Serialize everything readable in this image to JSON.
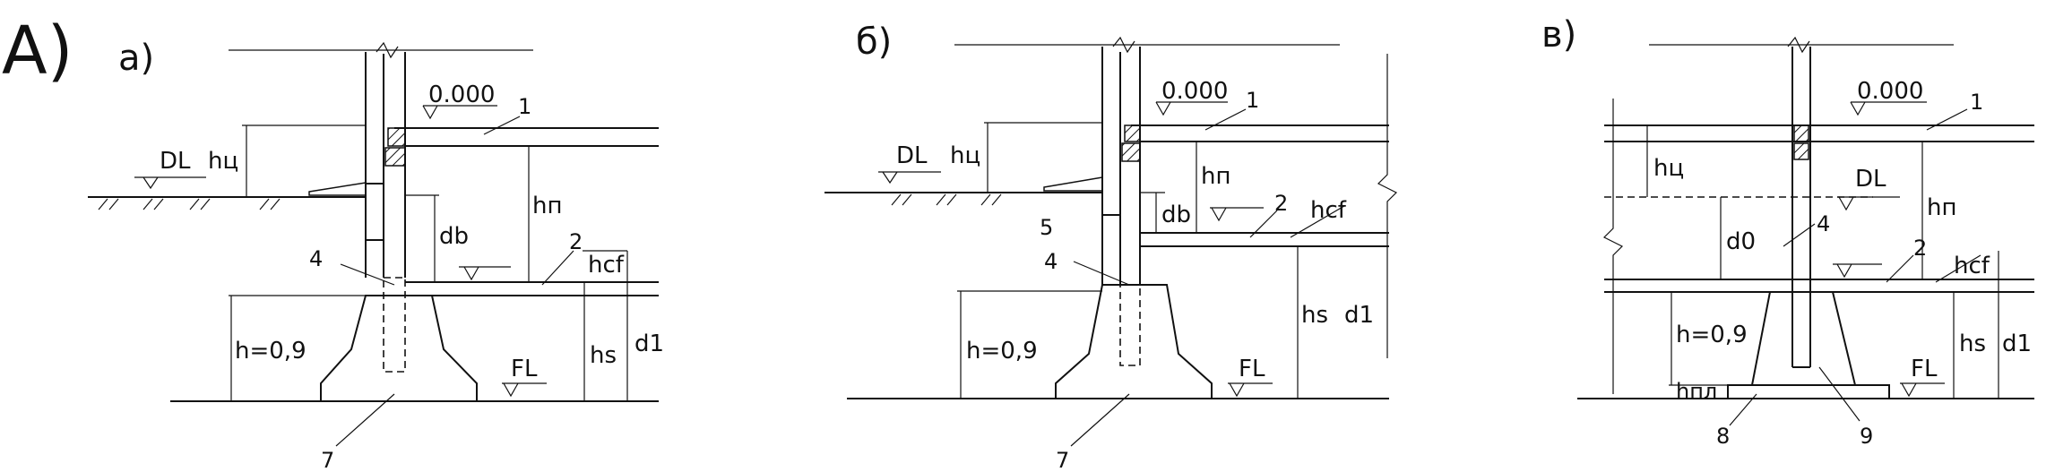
{
  "figure": {
    "main_label": "А)",
    "panels": [
      {
        "key": "a",
        "title": "а)",
        "level_zero": "0.000",
        "labels": {
          "dl": "DL",
          "hc": "hц",
          "hp": "hп",
          "db": "db",
          "hcf": "hcf",
          "h09": "h=0,9",
          "hs": "hs",
          "d1": "d1",
          "fl": "FL",
          "n1": "1",
          "n2": "2",
          "n4": "4",
          "n7": "7"
        }
      },
      {
        "key": "b",
        "title": "б)",
        "level_zero": "0.000",
        "labels": {
          "dl": "DL",
          "hc": "hц",
          "hp": "hп",
          "db": "db",
          "hcf": "hcf",
          "h09": "h=0,9",
          "hs": "hs",
          "d1": "d1",
          "fl": "FL",
          "n1": "1",
          "n2": "2",
          "n4": "4",
          "n5": "5",
          "n7": "7"
        }
      },
      {
        "key": "v",
        "title": "в)",
        "level_zero": "0.000",
        "labels": {
          "dl": "DL",
          "hc": "hц",
          "hp": "hп",
          "d0": "d0",
          "hcf": "hcf",
          "h09": "h=0,9",
          "hs": "hs",
          "d1": "d1",
          "fl": "FL",
          "hpl": "hпл",
          "n1": "1",
          "n2": "2",
          "n4": "4",
          "n8": "8",
          "n9": "9"
        }
      }
    ]
  }
}
